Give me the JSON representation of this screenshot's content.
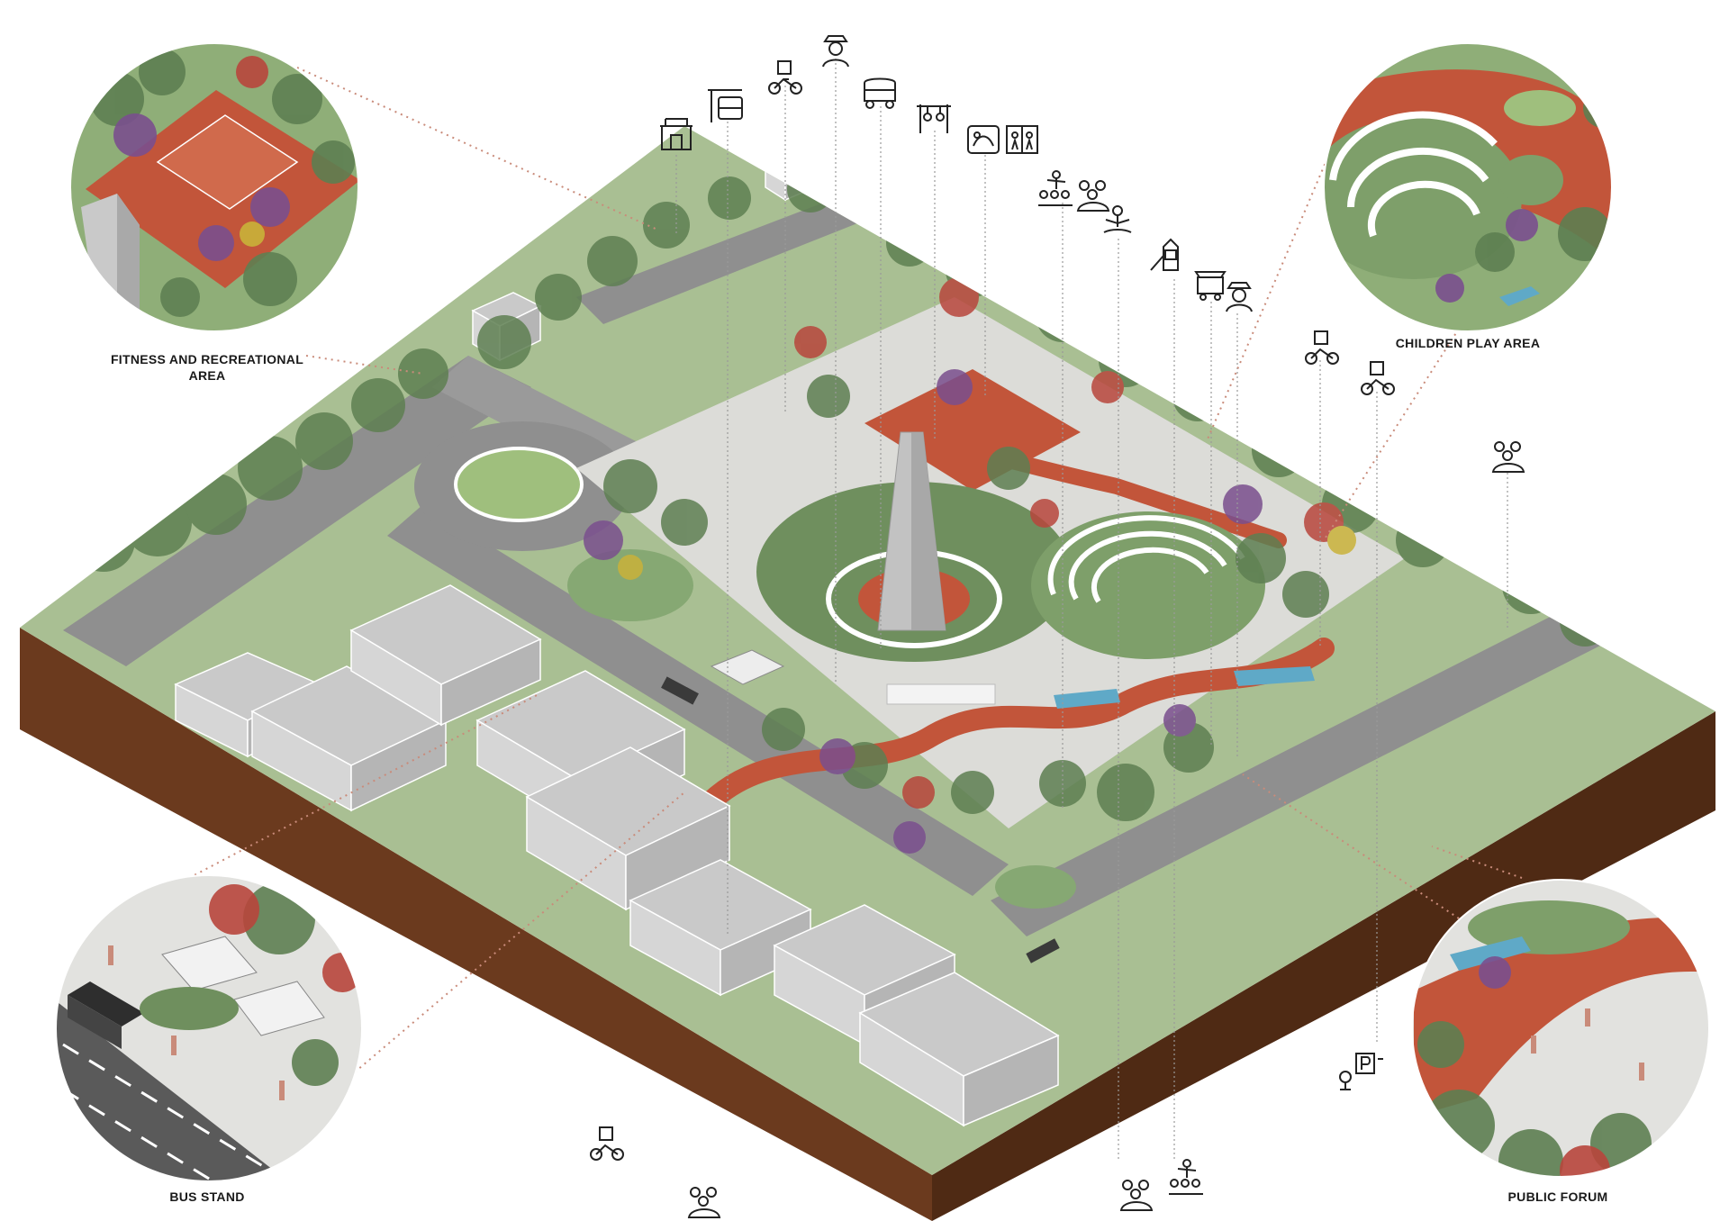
{
  "callouts": {
    "fitness": {
      "line1": "FITNESS AND RECREATIONAL",
      "line2": "AREA"
    },
    "children": {
      "label": "CHILDREN PLAY AREA"
    },
    "bus": {
      "label": "BUS STAND"
    },
    "forum": {
      "label": "PUBLIC FORUM"
    }
  },
  "colors": {
    "soil": "#6b3a1e",
    "soil_dark": "#4f2a14",
    "grass": "#9fb98a",
    "grass_dark": "#6f8f5e",
    "road": "#9a9a9a",
    "road_dark": "#7c7c7c",
    "plaza": "#dcdcd8",
    "red_path": "#c2553a",
    "building": "#c7c7c7",
    "tree": "#5e7f52",
    "tree_purple": "#7a4f8e",
    "tree_red": "#b8463c",
    "tree_yellow": "#c9b23a",
    "water": "#5fa9c7",
    "callout_line": "#c98b7a"
  },
  "icons": [
    "library-icon",
    "bus-stop-icon",
    "bicycle-parking-icon",
    "security-guard-icon",
    "auto-rickshaw-icon",
    "exercise-bar-icon",
    "art-icon",
    "toilet-icon",
    "performance-icon",
    "group-icon",
    "meditation-icon",
    "playground-icon",
    "food-cart-icon",
    "security-guard-icon",
    "bicycle-parking-icon",
    "bicycle-parking-icon",
    "group-icon",
    "paid-parking-icon",
    "bicycle-parking-icon",
    "group-icon",
    "group-icon",
    "performance-icon"
  ]
}
